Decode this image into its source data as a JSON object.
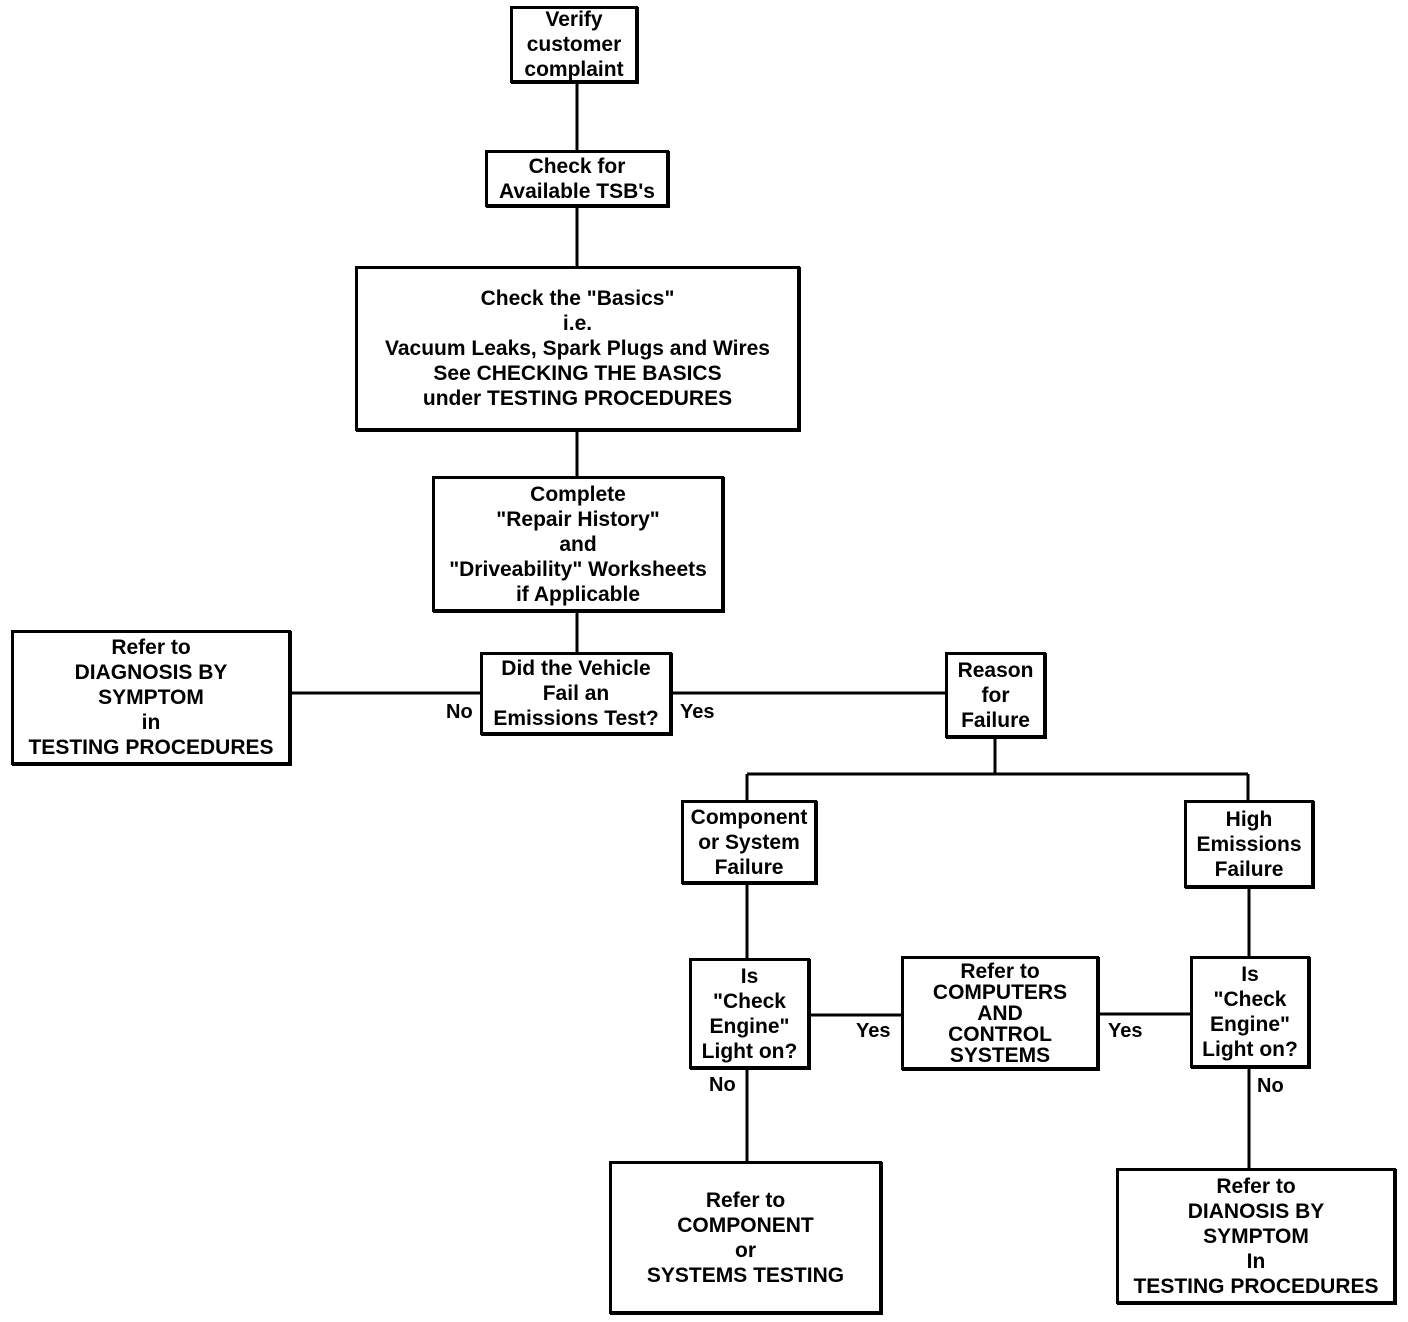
{
  "flowchart": {
    "nodes": {
      "verify": [
        "Verify",
        "customer",
        "complaint"
      ],
      "tsb": [
        "Check for",
        "Available TSB's"
      ],
      "basics": [
        "Check the \"Basics\"",
        "i.e.",
        "Vacuum Leaks, Spark Plugs and Wires",
        "See CHECKING THE BASICS",
        "under TESTING PROCEDURES"
      ],
      "history": [
        "Complete",
        "\"Repair History\"",
        "and",
        "\"Driveability\" Worksheets",
        "if Applicable"
      ],
      "emissions_q": [
        "Did the Vehicle",
        "Fail an",
        "Emissions Test?"
      ],
      "symptom_left": [
        "Refer to",
        "DIAGNOSIS BY",
        "SYMPTOM",
        "in",
        "TESTING PROCEDURES"
      ],
      "reason": [
        "Reason",
        "for",
        "Failure"
      ],
      "component_failure": [
        "Component",
        "or System",
        "Failure"
      ],
      "high_emissions": [
        "High",
        "Emissions",
        "Failure"
      ],
      "check_engine_left": [
        "Is",
        "\"Check",
        "Engine\"",
        "Light on?"
      ],
      "computers": [
        "Refer to",
        "COMPUTERS",
        "AND",
        "CONTROL",
        "SYSTEMS"
      ],
      "check_engine_right": [
        "Is",
        "\"Check",
        "Engine\"",
        "Light on?"
      ],
      "component_testing": [
        "Refer to",
        "COMPONENT",
        "or",
        "SYSTEMS TESTING"
      ],
      "symptom_right": [
        "Refer to",
        "DIANOSIS BY",
        "SYMPTOM",
        "In",
        "TESTING PROCEDURES"
      ]
    },
    "edge_labels": {
      "emissions_no": "No",
      "emissions_yes": "Yes",
      "check_left_yes": "Yes",
      "check_left_no": "No",
      "check_right_yes": "Yes",
      "check_right_no": "No"
    }
  }
}
